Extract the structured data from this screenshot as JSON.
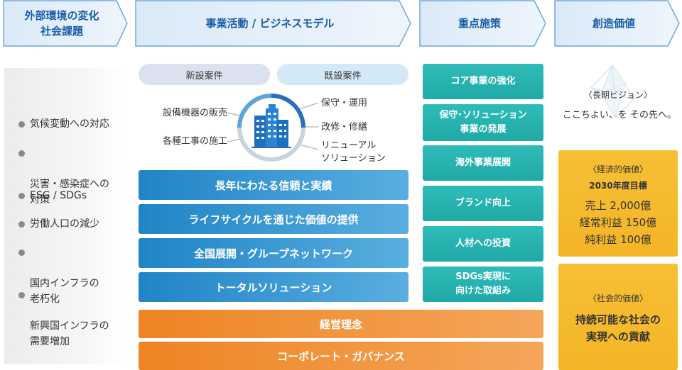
{
  "headers": [
    {
      "label": "外部環境の変化\n社会課題"
    },
    {
      "label": "事業活動 / ビジネスモデル"
    },
    {
      "label": "重点施策"
    },
    {
      "label": "創造価値"
    }
  ],
  "issues": [
    {
      "label": "気候変動への対応"
    },
    {
      "label": "災害・感染症への\n対策"
    },
    {
      "label": "ESG / SDGs"
    },
    {
      "label": "労働人口の減少"
    },
    {
      "label": "国内インフラの\n老朽化"
    },
    {
      "label": "新興国インフラの\n需要増加"
    }
  ],
  "business": {
    "new_cases": "新設案件",
    "existing_cases": "既設案件",
    "left_labels": [
      "設備機器の販売",
      "各種工事の施工"
    ],
    "right_labels": [
      "保守・運用",
      "改修・修繕",
      "リニューアル\nソリューション"
    ],
    "strengths": [
      "長年にわたる信頼と実績",
      "ライフサイクルを通じた価値の提供",
      "全国展開・グループネットワーク",
      "トータルソリューション"
    ],
    "foundation": [
      "経営理念",
      "コーポレート・ガバナンス"
    ]
  },
  "initiatives": [
    "コア事業の強化",
    "保守･ソリューション\n事業の発展",
    "海外事業展開",
    "ブランド向上",
    "人材への投資",
    "SDGs実現に\n向けた取組み"
  ],
  "value": {
    "vision_heading": "〈長期ビジョン〉",
    "vision_text": "ここちよい、を その先へ。",
    "economic": {
      "heading": "〈経済的価値〉",
      "target": "2030年度目標",
      "lines": [
        "売上 2,000億",
        "経常利益 150億",
        "純利益 100億"
      ]
    },
    "social": {
      "heading": "〈社会的価値〉",
      "text": "持続可能な社会の\n実現への貢献"
    }
  },
  "colors": {
    "header_blue": "#1a5ea8",
    "strength_blue": "#1f84c6",
    "initiative_teal": "#22aba9",
    "foundation_orange": "#ee8424",
    "value_yellow": "#f6ba2e"
  }
}
